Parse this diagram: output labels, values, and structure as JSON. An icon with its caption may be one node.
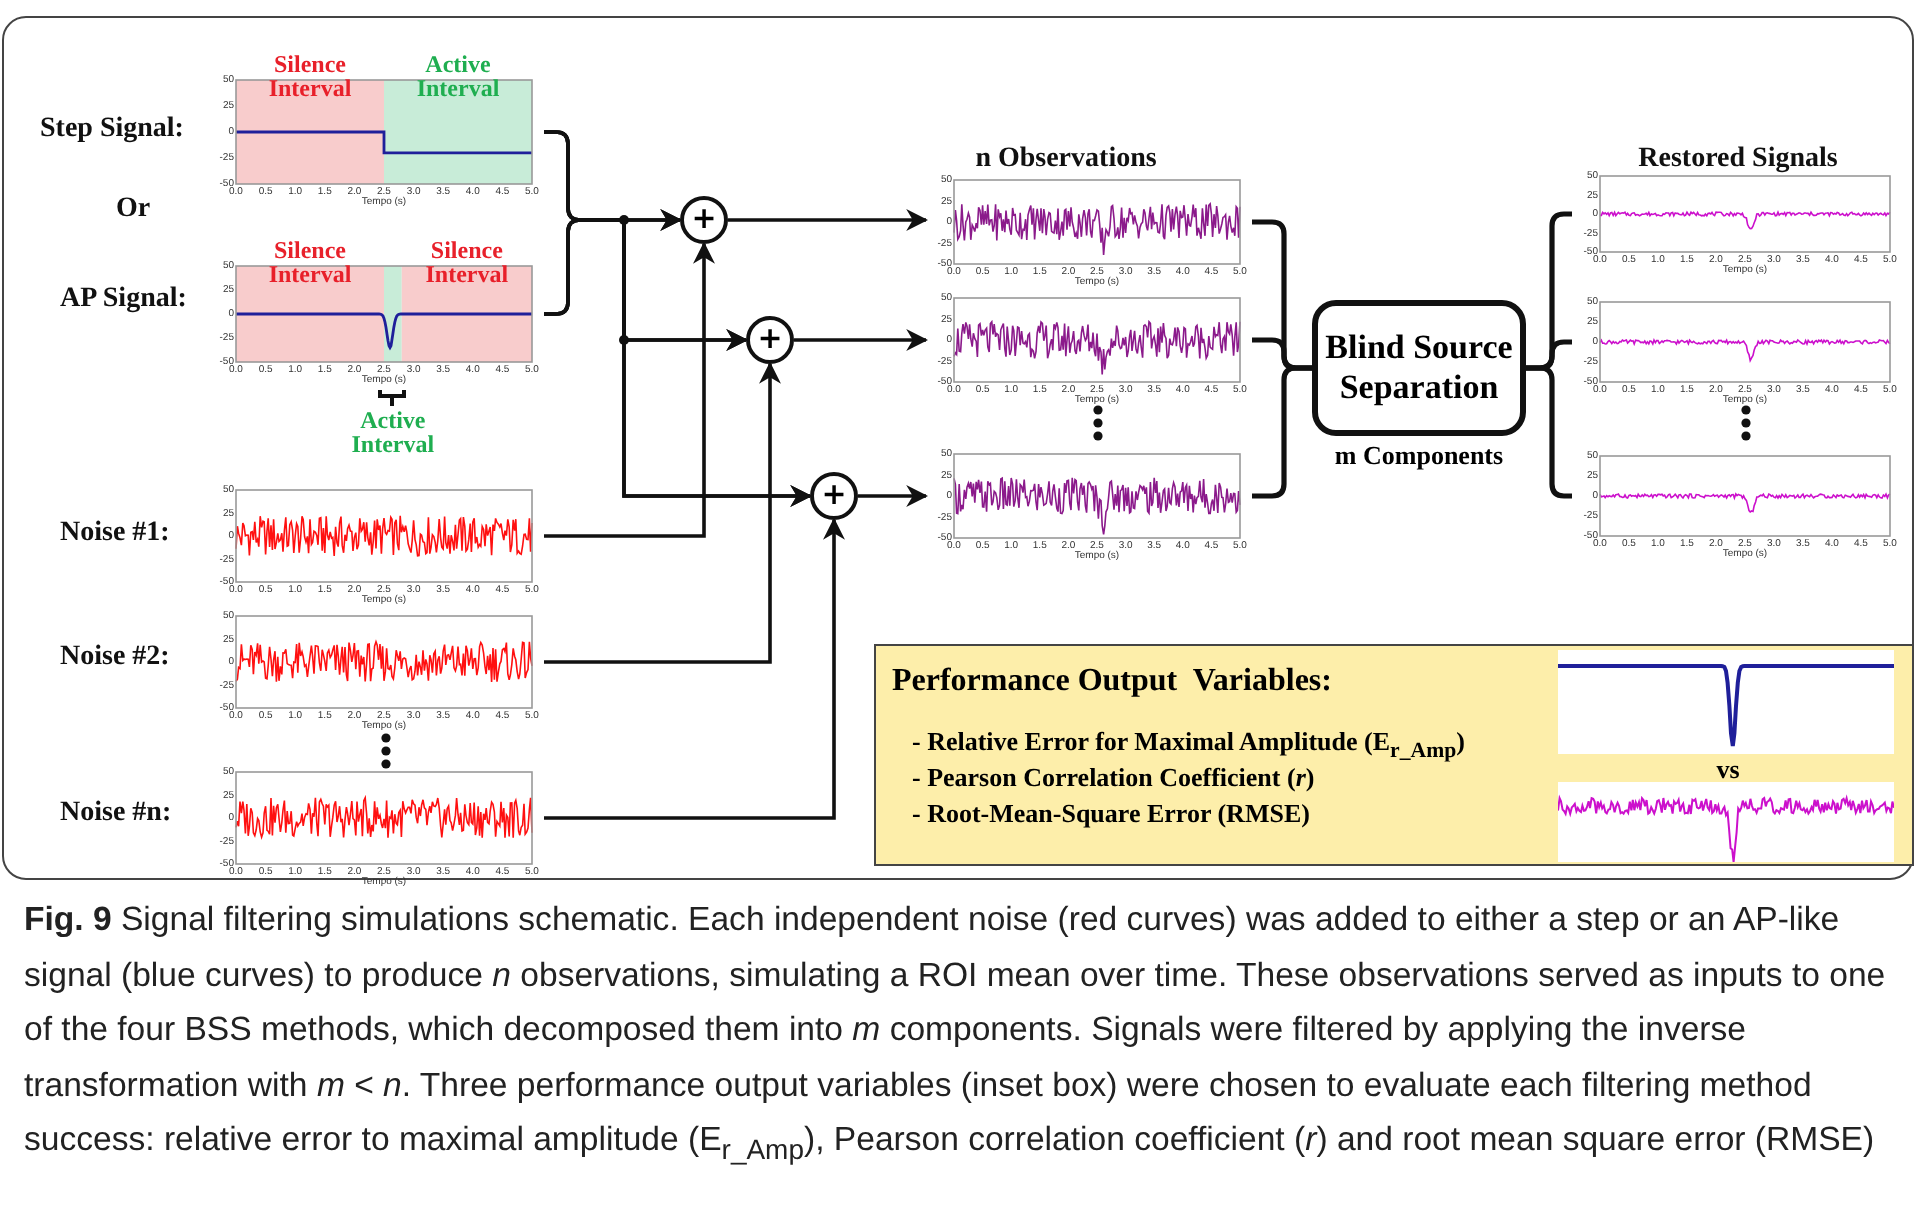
{
  "diagram": {
    "caption": "**Fig. 9** Signal filtering simulations schematic. Each independent noise (red curves) was added to either a step or an AP-like signal (blue curves) to produce *n* observations, simulating a ROI mean over time. These observations served as inputs to one of the four BSS methods, which decomposed them into *m* components. Signals were filtered by applying the inverse transformation with *m* < *n*. Three performance output variables (inset box) were chosen to evaluate each filtering method success: relative error to maximal amplitude (E$_{r_Amp}$), Pearson correlation coefficient (*r*) and root mean square error (RMSE)",
    "nodes": [
      {
        "text": [
          "Silence Interval",
          "Active Interval",
          "50",
          "25",
          "0",
          "-25",
          "-50",
          "0.0",
          "0.5",
          "1.0",
          "1.5",
          "2.0",
          "2.5",
          "3.0",
          "3.5",
          "4.0",
          "4.5",
          "5.0",
          "Tempo (s)"
        ]
      },
      {
        "text": [
          "Silence Interval",
          "Silence Interval",
          "Active Interval",
          "50",
          "25",
          "0",
          "-25",
          "-50",
          "0.0",
          "0.5",
          "1.0",
          "1.5",
          "2.0",
          "2.5",
          "3.0",
          "3.5",
          "4.0",
          "4.5",
          "5.0",
          "Tempo (s)"
        ]
      },
      {
        "text": [
          "50",
          "25",
          "0",
          "-25",
          "-50",
          "0.0",
          "0.5",
          "1.0",
          "1.5",
          "2.0",
          "2.5",
          "3.0",
          "3.5",
          "4.0",
          "4.5",
          "5.0",
          "Tempo (s)"
        ]
      },
      {
        "text": [
          "50",
          "25",
          "0",
          "-25",
          "-50",
          "0.0",
          "0.5",
          "1.0",
          "1.5",
          "2.0",
          "2.5",
          "3.0",
          "3.5",
          "4.0",
          "4.5",
          "5.0",
          "Tempo (s)"
        ]
      },
      {
        "text": [
          "50",
          "25",
          "0",
          "-25",
          "-50",
          "0.0",
          "0.5",
          "1.0",
          "1.5",
          "2.0",
          "2.5",
          "3.0",
          "3.5",
          "4.0",
          "4.5",
          "5.0",
          "Tempo (s)"
        ]
      },
      {
        "text": [
          "+"
        ]
      },
      {
        "text": [
          "+"
        ]
      },
      {
        "text": [
          "+"
        ]
      },
      {
        "text": [
          "50",
          "25",
          "0",
          "-25",
          "-50",
          "0.0",
          "0.5",
          "1.0",
          "1.5",
          "2.0",
          "2.5",
          "3.0",
          "3.5",
          "4.0",
          "4.5",
          "5.0",
          "Tempo (s)"
        ]
      },
      {
        "text": [
          "50",
          "25",
          "0",
          "-25",
          "-50",
          "0.0",
          "0.5",
          "1.0",
          "1.5",
          "2.0",
          "2.5",
          "3.0",
          "3.5",
          "4.0",
          "4.5",
          "5.0",
          "Tempo (s)"
        ]
      },
      {
        "text": [
          "50",
          "25",
          "0",
          "-25",
          "-50",
          "0.0",
          "0.5",
          "1.0",
          "1.5",
          "2.0",
          "2.5",
          "3.0",
          "3.5",
          "4.0",
          "4.5",
          "5.0",
          "Tempo (s)"
        ]
      },
      {
        "text": [
          "Blind Source Separation"
        ],
        "beside": [
          "m Components"
        ]
      },
      {
        "text": [
          "50",
          "25",
          "0",
          "-25",
          "-50",
          "0.0",
          "0.5",
          "1.0",
          "1.5",
          "2.0",
          "2.5",
          "3.0",
          "3.5",
          "4.0",
          "4.5",
          "5.0",
          "Tempo (s)"
        ]
      },
      {
        "text": [
          "50",
          "25",
          "0",
          "-25",
          "-50",
          "0.0",
          "0.5",
          "1.0",
          "1.5",
          "2.0",
          "2.5",
          "3.0",
          "3.5",
          "4.0",
          "4.5",
          "5.0",
          "Tempo (s)"
        ]
      },
      {
        "text": [
          "50",
          "25",
          "0",
          "-25",
          "-50",
          "0.0",
          "0.5",
          "1.0",
          "1.5",
          "2.0",
          "2.5",
          "3.0",
          "3.5",
          "4.0",
          "4.5",
          "5.0",
          "Tempo (s)"
        ]
      },
      {
        "text": [
          "Performance Output  Variables:",
          "- Relative Error for Maximal Amplitude (E$_{r_Amp}$)",
          "- Pearson Correlation Coefficient (*r*)",
          "- Root-Mean-Square Error (RMSE)",
          "vs"
        ]
      }
    ],
    "edges": [
      {
        "from": 0,
        "to": 5,
        "arrow": "to"
      },
      {
        "from": 0,
        "to": 6,
        "arrow": "to"
      },
      {
        "from": 0,
        "to": 7,
        "arrow": "to"
      },
      {
        "from": 1,
        "to": 5,
        "arrow": "to"
      },
      {
        "from": 1,
        "to": 6,
        "arrow": "to"
      },
      {
        "from": 1,
        "to": 7,
        "arrow": "to"
      },
      {
        "from": 2,
        "to": 5,
        "arrow": "to"
      },
      {
        "from": 3,
        "to": 6,
        "arrow": "to"
      },
      {
        "from": 4,
        "to": 7,
        "arrow": "to"
      },
      {
        "from": 5,
        "to": 8,
        "arrow": "to"
      },
      {
        "from": 6,
        "to": 9,
        "arrow": "to"
      },
      {
        "from": 7,
        "to": 10,
        "arrow": "to"
      },
      {
        "from": 8,
        "to": 11,
        "arrow": "none"
      },
      {
        "from": 9,
        "to": 11,
        "arrow": "none"
      },
      {
        "from": 10,
        "to": 11,
        "arrow": "none"
      },
      {
        "from": 11,
        "to": 12,
        "arrow": "none"
      },
      {
        "from": 11,
        "to": 13,
        "arrow": "none"
      },
      {
        "from": 11,
        "to": 14,
        "arrow": "none"
      }
    ],
    "labels": [
      "Step Signal:",
      "Or",
      "AP Signal:",
      "Noise #1:",
      "Noise #2:",
      "Noise #n:",
      "n Observations",
      "Restored Signals"
    ]
  }
}
